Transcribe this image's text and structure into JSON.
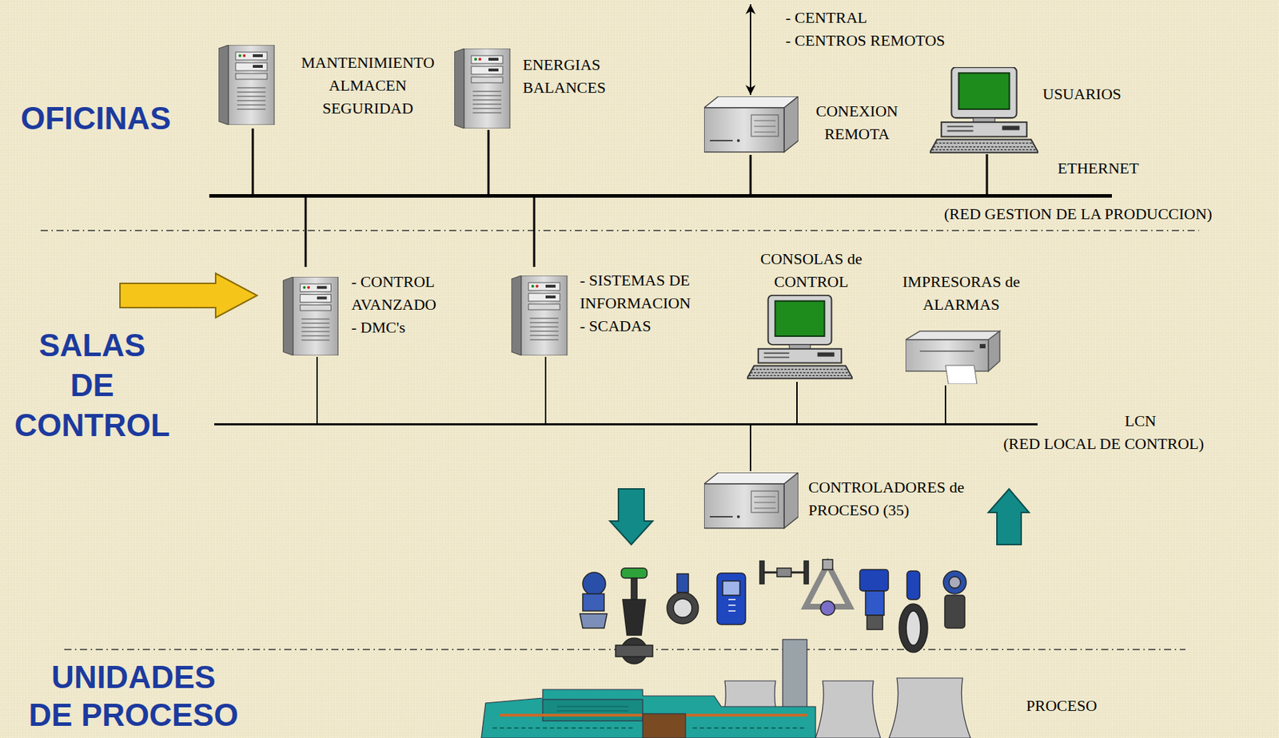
{
  "diagram": {
    "nodes": [
      {
        "text": [
          "MANTENIMIENTO ALMACEN SEGURIDAD"
        ]
      },
      {
        "text": [
          "ENERGIAS BALANCES"
        ]
      },
      {
        "text": [
          "- CENTRAL",
          "- CENTROS REMOTOS"
        ]
      },
      {
        "text": [
          "CONEXION REMOTA"
        ]
      },
      {
        "text": [
          "USUARIOS"
        ]
      },
      {
        "text": [
          "ETHERNET",
          "(RED GESTION DE LA PRODUCCION)"
        ]
      },
      {
        "text": [
          "- CONTROL AVANZADO",
          "- DMC's"
        ]
      },
      {
        "text": [
          "- SISTEMAS DE INFORMACION",
          "- SCADAS"
        ]
      },
      {
        "text": [
          "CONSOLAS de CONTROL"
        ]
      },
      {
        "text": [
          "IMPRESORAS de ALARMAS"
        ]
      },
      {
        "text": [
          "LCN",
          "(RED LOCAL DE CONTROL)"
        ]
      },
      {
        "text": [
          "CONTROLADORES de PROCESO (35)"
        ]
      },
      {
        "text": [
          "PROCESO"
        ]
      }
    ],
    "edges": [
      {
        "from": 0,
        "to": 5,
        "arrow": "none"
      },
      {
        "from": 1,
        "to": 5,
        "arrow": "none"
      },
      {
        "from": 2,
        "to": 3,
        "arrow": "both"
      },
      {
        "from": 3,
        "to": 5,
        "arrow": "none"
      },
      {
        "from": 4,
        "to": 5,
        "arrow": "none"
      },
      {
        "from": 6,
        "to": 5,
        "arrow": "none"
      },
      {
        "from": 7,
        "to": 5,
        "arrow": "none"
      },
      {
        "from": 6,
        "to": 10,
        "arrow": "none"
      },
      {
        "from": 7,
        "to": 10,
        "arrow": "none"
      },
      {
        "from": 8,
        "to": 10,
        "arrow": "none"
      },
      {
        "from": 9,
        "to": 10,
        "arrow": "none"
      },
      {
        "from": 11,
        "to": 10,
        "arrow": "none"
      }
    ],
    "labels": [
      "OFICINAS",
      "SALAS DE CONTROL",
      "UNIDADES DE PROCESO"
    ]
  }
}
